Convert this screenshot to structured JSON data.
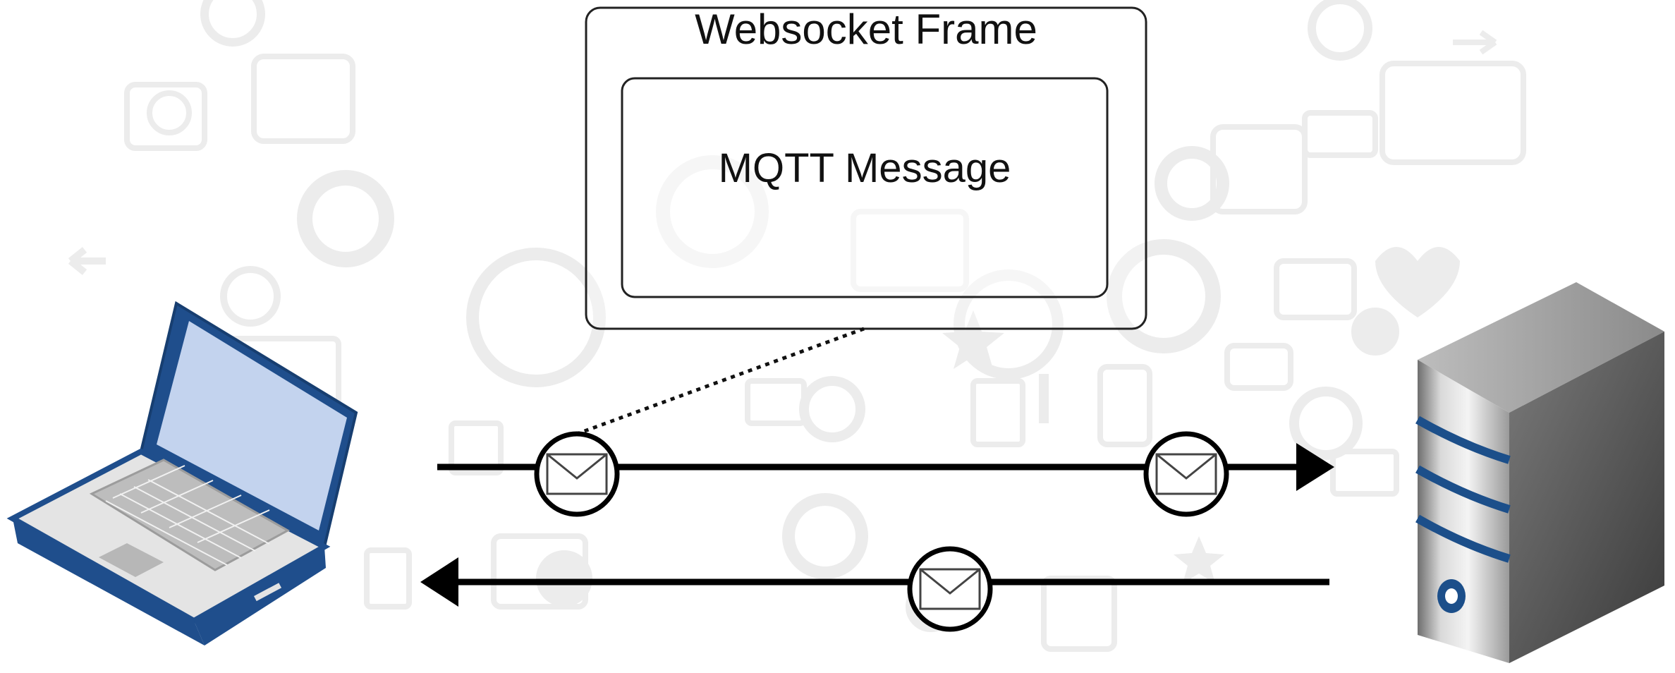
{
  "diagram": {
    "outer_box_label": "Websocket Frame",
    "inner_box_label": "MQTT Message",
    "nodes": [
      {
        "name": "client",
        "icon": "laptop-icon"
      },
      {
        "name": "broker",
        "icon": "server-icon"
      }
    ],
    "flows": [
      {
        "direction": "client-to-server",
        "message_icons": 2
      },
      {
        "direction": "server-to-client",
        "message_icons": 1
      }
    ],
    "colors": {
      "line": "#000000",
      "box_stroke": "#222222",
      "laptop_trim": "#1f4e8c",
      "laptop_screen": "#c3d3ee",
      "server_stripe": "#1c4f8a",
      "background_icons": "#ebebeb"
    }
  }
}
